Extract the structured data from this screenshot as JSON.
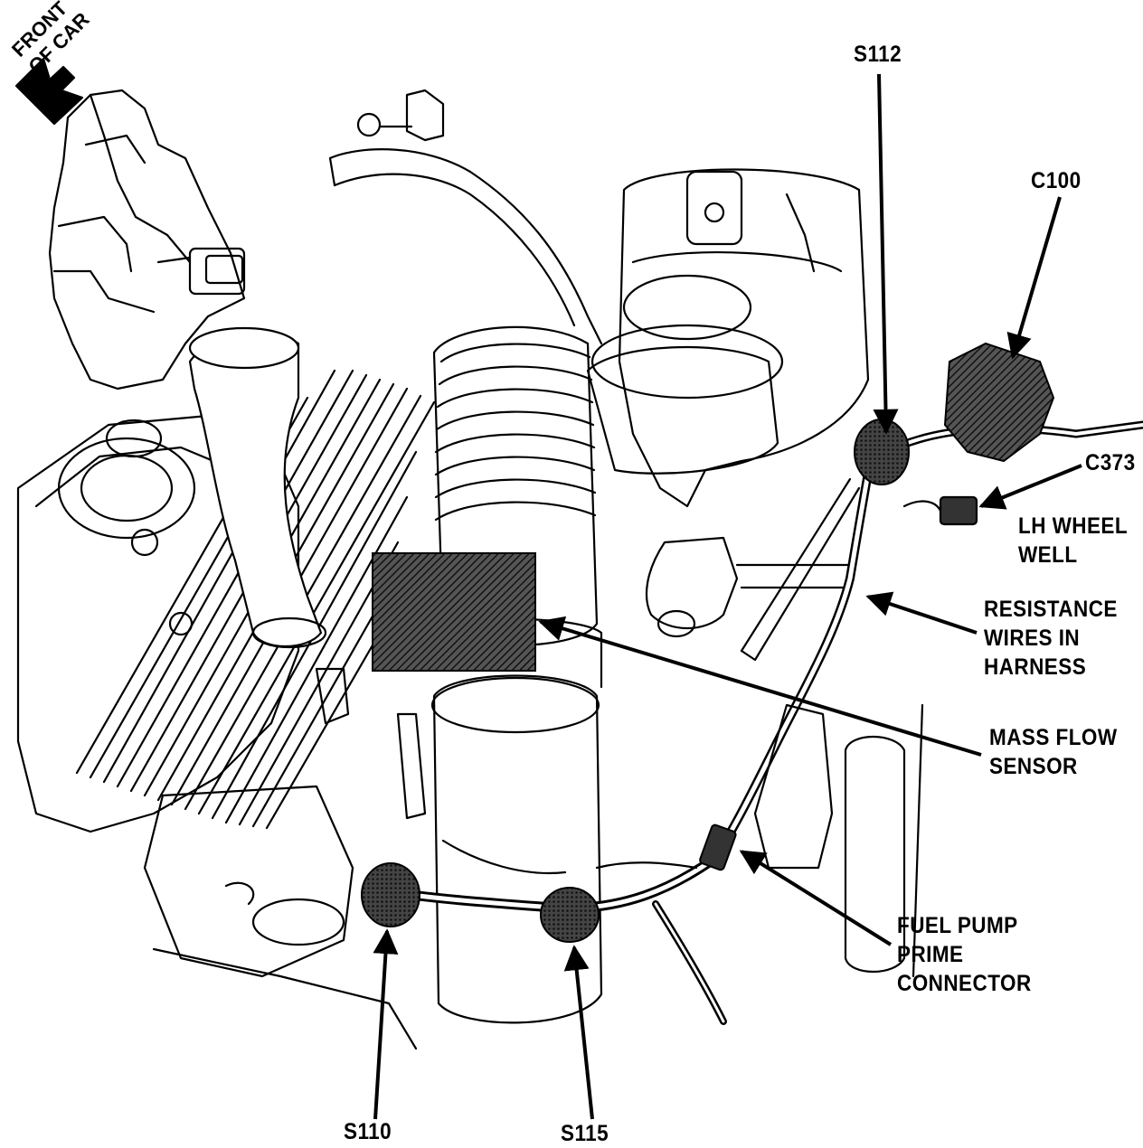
{
  "orientation": {
    "line1": "FRONT",
    "line2": "OF CAR"
  },
  "callouts": {
    "s112": [
      "S112"
    ],
    "c100": [
      "C100"
    ],
    "c373": [
      "C373"
    ],
    "lh_wheel_well": [
      "LH WHEEL",
      "WELL"
    ],
    "resistance_wires": [
      "RESISTANCE",
      "WIRES IN",
      "HARNESS"
    ],
    "mass_flow_sensor": [
      "MASS FLOW",
      "SENSOR"
    ],
    "fuel_pump_prime": [
      "FUEL PUMP",
      "PRIME",
      "CONNECTOR"
    ],
    "s110": [
      "S110"
    ],
    "s115": [
      "S115"
    ]
  },
  "colors": {
    "line": "#000000",
    "background": "#ffffff",
    "shaded": "#3a3a3a"
  }
}
